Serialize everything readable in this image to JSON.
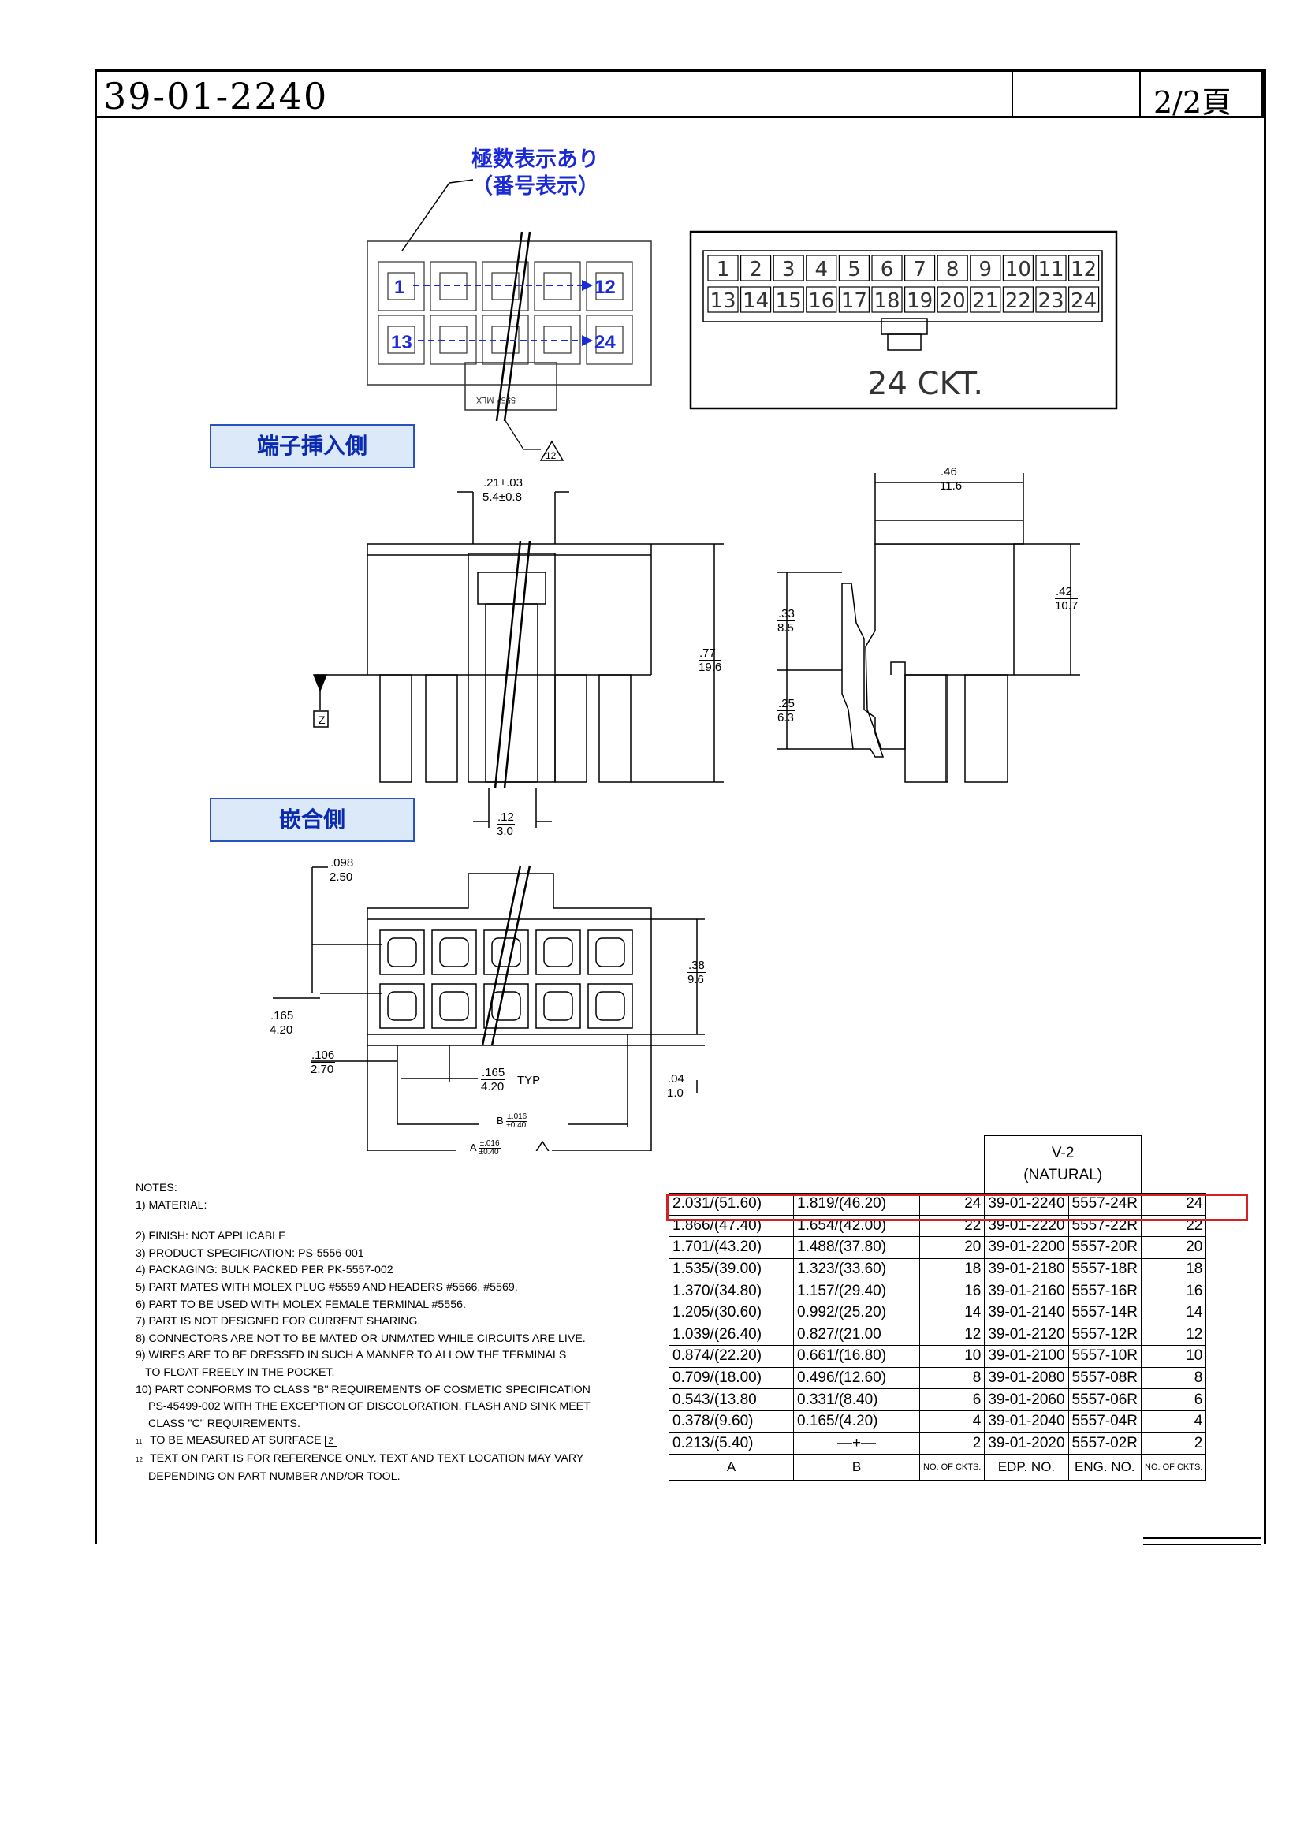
{
  "header": {
    "title": "39-01-2240",
    "page": "2/2頁"
  },
  "labels": {
    "polarity_note_line1": "極数表示あり",
    "polarity_note_line2": "（番号表示）",
    "terminal_insert_side": "端子挿入側",
    "mating_side": "嵌合側",
    "ckt_label": "24 CKT.",
    "marking": "5557 MLX",
    "pin_a1": "1",
    "pin_a12": "12",
    "pin_b13": "13",
    "pin_b24": "24",
    "rev_mark": "12"
  },
  "ckt_numbers": {
    "row1": [
      "1",
      "2",
      "3",
      "4",
      "5",
      "6",
      "7",
      "8",
      "9",
      "10",
      "11",
      "12"
    ],
    "row2": [
      "13",
      "14",
      "15",
      "16",
      "17",
      "18",
      "19",
      "20",
      "21",
      "22",
      "23",
      "24"
    ]
  },
  "dimensions": {
    "width_21": ".21±.03",
    "width_21_mm": "5.4±0.8",
    "side_46": ".46",
    "side_46_mm": "11.6",
    "side_42": ".42",
    "side_42_mm": "10.7",
    "side_33": ".33",
    "side_33_mm": "8.5",
    "side_25": ".25",
    "side_25_mm": "6.3",
    "height_77": ".77",
    "height_77_mm": "19.6",
    "gap_12": ".12",
    "gap_12_mm": "3.0",
    "surface_z": "Z",
    "d098": ".098",
    "d098_mm": "2.50",
    "d38": ".38",
    "d38_mm": "9.6",
    "d165a": ".165",
    "d165a_mm": "4.20",
    "d106": ".106",
    "d106_mm": "2.70",
    "d165b": ".165",
    "d165b_mm": "4.20",
    "typ": "TYP",
    "d04": ".04",
    "d04_mm": "1.0",
    "dim_b": "B",
    "dim_b_tol": "±.016",
    "dim_b_tol_mm": "±0.40",
    "dim_a": "A",
    "dim_a_tol": "±.016",
    "dim_a_tol_mm": "±0.40",
    "rev_1": "1"
  },
  "notes": {
    "title": "NOTES:",
    "n1": "1) MATERIAL:",
    "n2": "2) FINISH: NOT APPLICABLE",
    "n3": "3) PRODUCT SPECIFICATION: PS-5556-001",
    "n4": "4) PACKAGING: BULK PACKED PER PK-5557-002",
    "n5": "5) PART MATES WITH MOLEX PLUG #5559 AND HEADERS #5566, #5569.",
    "n6": "6) PART TO BE USED WITH MOLEX FEMALE TERMINAL #5556.",
    "n7": "7) PART IS NOT DESIGNED FOR CURRENT SHARING.",
    "n8": "8) CONNECTORS ARE NOT TO BE MATED OR UNMATED WHILE CIRCUITS ARE LIVE.",
    "n9a": "9) WIRES ARE TO BE DRESSED IN SUCH A MANNER TO ALLOW THE TERMINALS",
    "n9b": "TO FLOAT FREELY IN THE POCKET.",
    "n10a": "10) PART CONFORMS TO CLASS \"B\" REQUIREMENTS OF COSMETIC SPECIFICATION",
    "n10b": "PS-45499-002 WITH THE EXCEPTION OF DISCOLORATION, FLASH AND SINK MEET",
    "n10c": "CLASS \"C\" REQUIREMENTS.",
    "n11": "TO BE MEASURED AT SURFACE",
    "n11_box": "Z",
    "n11_flag": "11",
    "n12a": "TEXT ON PART IS FOR REFERENCE ONLY.  TEXT AND TEXT LOCATION MAY VARY",
    "n12b": "DEPENDING ON PART NUMBER AND/OR TOOL.",
    "n12_flag": "12"
  },
  "table": {
    "material_header_line1": "V-2",
    "material_header_line2": "(NATURAL)",
    "rows": [
      {
        "a": "2.031/(51.60)",
        "b": "1.819/(46.20)",
        "ckts": "24",
        "edp": "39-01-2240",
        "eng": "5557-24R",
        "ckts2": "24"
      },
      {
        "a": "1.866/(47.40)",
        "b": "1.654/(42.00)",
        "ckts": "22",
        "edp": "39-01-2220",
        "eng": "5557-22R",
        "ckts2": "22"
      },
      {
        "a": "1.701/(43.20)",
        "b": "1.488/(37.80)",
        "ckts": "20",
        "edp": "39-01-2200",
        "eng": "5557-20R",
        "ckts2": "20"
      },
      {
        "a": "1.535/(39.00)",
        "b": "1.323/(33.60)",
        "ckts": "18",
        "edp": "39-01-2180",
        "eng": "5557-18R",
        "ckts2": "18"
      },
      {
        "a": "1.370/(34.80)",
        "b": "1.157/(29.40)",
        "ckts": "16",
        "edp": "39-01-2160",
        "eng": "5557-16R",
        "ckts2": "16"
      },
      {
        "a": "1.205/(30.60)",
        "b": "0.992/(25.20)",
        "ckts": "14",
        "edp": "39-01-2140",
        "eng": "5557-14R",
        "ckts2": "14"
      },
      {
        "a": "1.039/(26.40)",
        "b": "0.827/(21.00",
        "ckts": "12",
        "edp": "39-01-2120",
        "eng": "5557-12R",
        "ckts2": "12"
      },
      {
        "a": "0.874/(22.20)",
        "b": "0.661/(16.80)",
        "ckts": "10",
        "edp": "39-01-2100",
        "eng": "5557-10R",
        "ckts2": "10"
      },
      {
        "a": "0.709/(18.00)",
        "b": "0.496/(12.60)",
        "ckts": "8",
        "edp": "39-01-2080",
        "eng": "5557-08R",
        "ckts2": "8"
      },
      {
        "a": "0.543/(13.80",
        "b": "0.331/(8.40)",
        "ckts": "6",
        "edp": "39-01-2060",
        "eng": "5557-06R",
        "ckts2": "6"
      },
      {
        "a": "0.378/(9.60)",
        "b": "0.165/(4.20)",
        "ckts": "4",
        "edp": "39-01-2040",
        "eng": "5557-04R",
        "ckts2": "4"
      },
      {
        "a": "0.213/(5.40)",
        "b": "—+—",
        "ckts": "2",
        "edp": "39-01-2020",
        "eng": "5557-02R",
        "ckts2": "2"
      }
    ],
    "footer": {
      "a": "A",
      "b": "B",
      "ckts": "NO. OF CKTS.",
      "edp": "EDP. NO.",
      "eng": "ENG. NO.",
      "ckts2": "NO. OF CKTS."
    }
  }
}
